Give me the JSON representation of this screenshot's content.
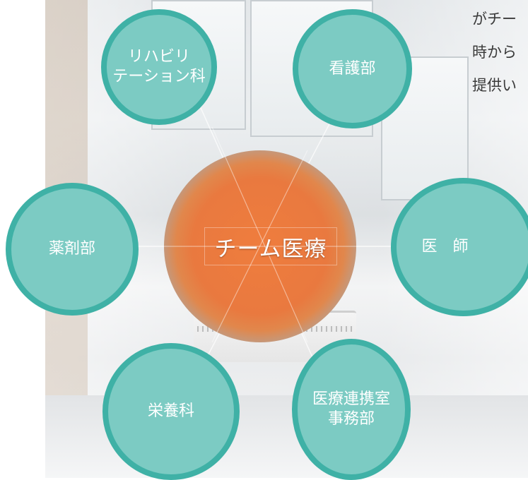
{
  "intro_lines": [
    "がチー",
    "時から",
    "提供い"
  ],
  "center": {
    "label": "チーム医療"
  },
  "departments": [
    {
      "id": "rehab",
      "label": "リハビリ\nテーション科"
    },
    {
      "id": "nursing",
      "label": "看護部"
    },
    {
      "id": "pharmacy",
      "label": "薬剤部"
    },
    {
      "id": "physician",
      "label": "医　師"
    },
    {
      "id": "nutrition",
      "label": "栄養科"
    },
    {
      "id": "liaison",
      "label": "医療連携室\n事務部"
    }
  ],
  "colors": {
    "node_fill": "#7ccbc3",
    "node_border": "#3fb1a6",
    "center_core": "#ef7d3e",
    "center_rim": "#6a9fd3",
    "text": "#ffffff"
  }
}
